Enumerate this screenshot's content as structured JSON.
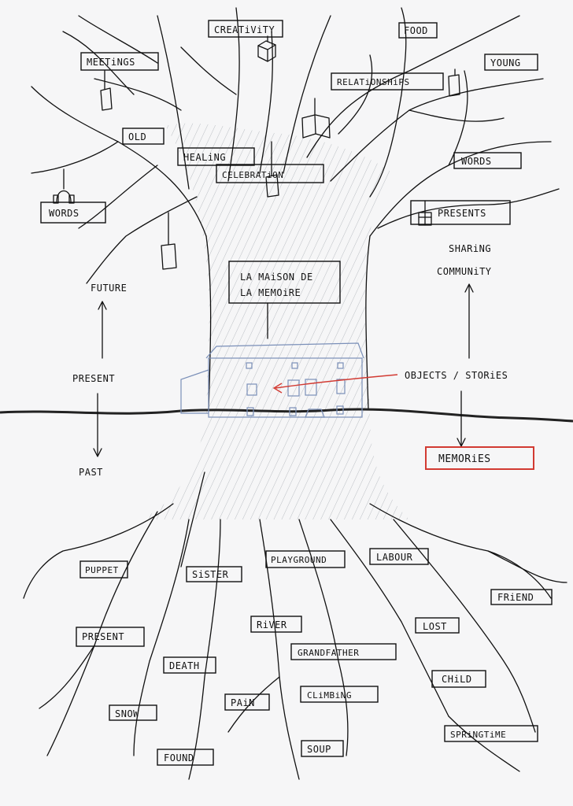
{
  "canopy_labels": {
    "creativity": "CREATiViTY",
    "food": "FOOD",
    "meetings": "MEETiNGS",
    "young": "YOUNG",
    "relationships": "RELATiONSHiPS",
    "old": "OLD",
    "healing": "HEALiNG",
    "celebration": "CELEBRATiON",
    "words_right": "WORDS",
    "words_left": "WORDS",
    "presents": "PRESENTS"
  },
  "centre": {
    "title_line1": "LA MAiSON DE",
    "title_line2": "LA MEMOiRE"
  },
  "arrows": {
    "sharing": "SHARiNG",
    "community": "COMMUNiTY",
    "future": "FUTURE",
    "present": "PRESENT",
    "past": "PAST",
    "objects_stories": "OBJECTS / STORiES",
    "memories": "MEMORiES"
  },
  "root_labels": {
    "puppet": "PUPPET",
    "sister": "SiSTER",
    "playground": "PLAYGROUND",
    "labour": "LABOUR",
    "friend": "FRiEND",
    "present": "PRESENT",
    "river": "RiVER",
    "lost": "LOST",
    "grandfather": "GRANDFATHER",
    "death": "DEATH",
    "child": "CHiLD",
    "pain": "PAiN",
    "climbing": "CLiMBiNG",
    "snow": "SNOW",
    "springtime": "SPRiNGTiME",
    "found": "FOUND",
    "soup": "SOUP"
  },
  "colors": {
    "ink": "#111111",
    "highlight": "#d23a32",
    "pencil": "#9aa0a8",
    "house": "#7a8fb8",
    "paper": "#f6f6f7"
  },
  "icons": [
    "cube-icon",
    "open-book-icon",
    "note-tag-icon",
    "headphones-icon",
    "gift-box-icon"
  ]
}
